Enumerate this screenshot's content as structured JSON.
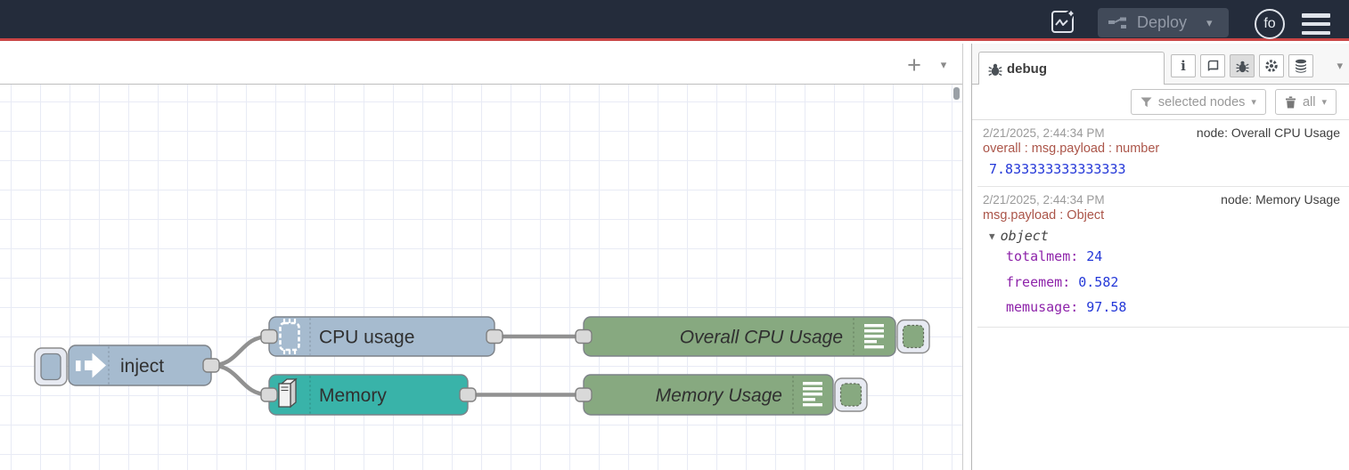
{
  "header": {
    "deploy_label": "Deploy",
    "avatar_label": "fo",
    "colors": {
      "background": "#242c3b",
      "accent_line": "#ca4545"
    }
  },
  "workspace_toolbar": {
    "add_flow_label": "+"
  },
  "flow": {
    "nodes": [
      {
        "type": "inject",
        "label": "inject",
        "color": "#a6bbcf",
        "icon": "inject-arrow-icon"
      },
      {
        "type": "cpu",
        "label": "CPU usage",
        "color": "#a6bbcf",
        "icon": "cpu-chip-icon"
      },
      {
        "type": "memory",
        "label": "Memory",
        "color": "#39b3a9",
        "icon": "server-tower-icon"
      },
      {
        "type": "debug",
        "label": "Overall CPU Usage",
        "color": "#87a980",
        "icon": "debug-lines-icon"
      },
      {
        "type": "debug",
        "label": "Memory Usage",
        "color": "#87a980",
        "icon": "debug-lines-icon"
      }
    ]
  },
  "sidebar": {
    "tab_label": "debug",
    "toolbar": {
      "filter_label": "selected nodes",
      "clear_label": "all"
    },
    "colors": {
      "meta": "#ab5549",
      "key": "#8e24aa",
      "value": "#2438d8",
      "timestamp": "#9a9a9a"
    },
    "messages": [
      {
        "timestamp": "2/21/2025, 2:44:34 PM",
        "source": "node: Overall CPU Usage",
        "meta": "overall : msg.payload : number",
        "value": "7.833333333333333"
      },
      {
        "timestamp": "2/21/2025, 2:44:34 PM",
        "source": "node: Memory Usage",
        "meta": "msg.payload : Object",
        "object_label": "object",
        "properties": [
          {
            "key": "totalmem:",
            "value": "24"
          },
          {
            "key": "freemem:",
            "value": "0.582"
          },
          {
            "key": "memusage:",
            "value": "97.58"
          }
        ]
      }
    ]
  }
}
